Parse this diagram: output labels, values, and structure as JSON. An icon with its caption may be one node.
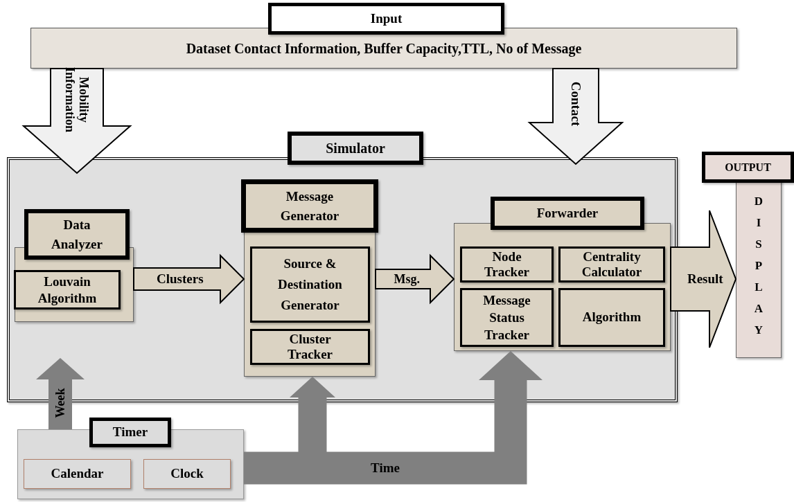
{
  "diagram": {
    "nodes": [
      {
        "text": [
          "Input",
          "Dataset Contact Information, Buffer Capacity,TTL, No of Message"
        ]
      },
      {
        "text": [
          "Simulator"
        ]
      },
      {
        "text": [
          "Data Analyzer"
        ],
        "in": 1
      },
      {
        "text": [
          "Louvain Algorithm"
        ],
        "in": 2
      },
      {
        "text": [
          "Message Generator"
        ],
        "in": 1
      },
      {
        "text": [
          "Source & Destination Generator"
        ],
        "in": 4
      },
      {
        "text": [
          "Cluster Tracker"
        ],
        "in": 4
      },
      {
        "text": [
          "Forwarder"
        ],
        "in": 1
      },
      {
        "text": [
          "Node Tracker"
        ],
        "in": 7
      },
      {
        "text": [
          "Centrality Calculator"
        ],
        "in": 7
      },
      {
        "text": [
          "Message Status Tracker"
        ],
        "in": 7
      },
      {
        "text": [
          "Algorithm"
        ],
        "in": 7
      },
      {
        "text": [
          "OUTPUT",
          "DISPLAY"
        ]
      },
      {
        "text": [
          "Timer"
        ]
      },
      {
        "text": [
          "Calendar"
        ],
        "in": 13
      },
      {
        "text": [
          "Clock"
        ],
        "in": 13
      }
    ],
    "edges": [
      {
        "from": 0,
        "to": 1,
        "arrow": "to",
        "label": "Mobility Information"
      },
      {
        "from": 0,
        "to": 1,
        "arrow": "to",
        "label": "Contact"
      },
      {
        "from": 2,
        "to": 4,
        "arrow": "to",
        "label": "Clusters"
      },
      {
        "from": 4,
        "to": 7,
        "arrow": "to",
        "label": "Msg."
      },
      {
        "from": 7,
        "to": 12,
        "arrow": "to",
        "label": "Result"
      },
      {
        "from": 13,
        "to": 1,
        "arrow": "to",
        "label": "Week",
        "color": "#808080"
      },
      {
        "from": 13,
        "to": 4,
        "arrow": "to",
        "color": "#808080"
      },
      {
        "from": 13,
        "to": 7,
        "arrow": "to",
        "label": "Time",
        "color": "#808080"
      }
    ]
  }
}
